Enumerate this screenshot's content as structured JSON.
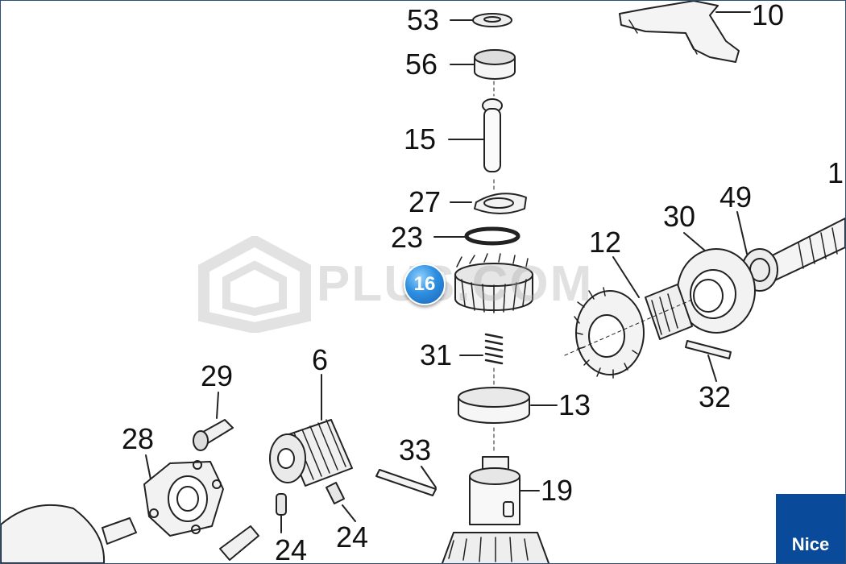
{
  "diagram": {
    "labels": {
      "p53": "53",
      "p56": "56",
      "p15": "15",
      "p27": "27",
      "p23": "23",
      "p31": "31",
      "p13": "13",
      "p33": "33",
      "p19": "19",
      "p10": "10",
      "p12": "12",
      "p30": "30",
      "p49": "49",
      "p1": "1",
      "p32": "32",
      "p29": "29",
      "p6": "6",
      "p28": "28",
      "p24a": "24",
      "p24b": "24"
    },
    "hotspot": {
      "label": "16",
      "color": "#2e8fe0"
    },
    "brand": {
      "label": "Nice",
      "color": "#0a4a9a"
    },
    "watermark": {
      "text": "PLUS.COM"
    }
  }
}
